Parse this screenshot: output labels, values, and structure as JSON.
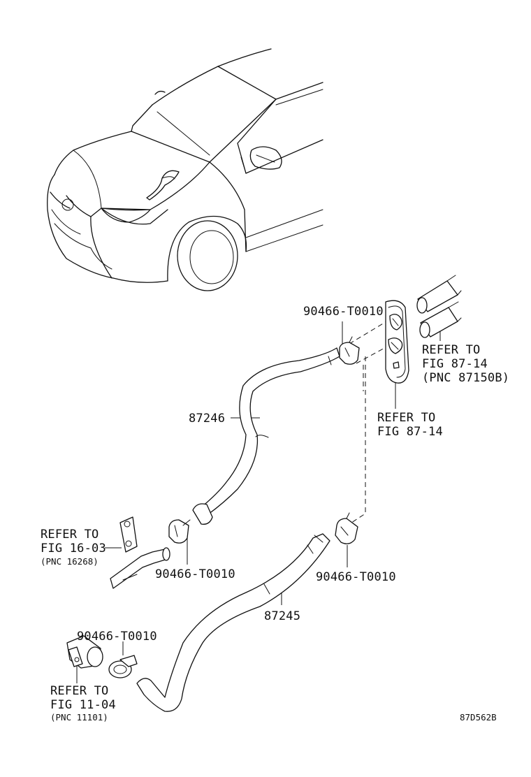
{
  "labels": {
    "clip_top": "90466-T0010",
    "refer_fig_87_14_pnc_line1": "REFER TO",
    "refer_fig_87_14_pnc_line2": "FIG 87-14",
    "refer_fig_87_14_pnc_line3": "(PNC 87150B)",
    "refer_fig_87_14_line1": "REFER TO",
    "refer_fig_87_14_line2": "FIG 87-14",
    "hose_upper": "87246",
    "refer_fig_16_03_line1": "REFER TO",
    "refer_fig_16_03_line2": "FIG 16-03",
    "refer_fig_16_03_line3": "(PNC 16268)",
    "clip_mid_left": "90466-T0010",
    "clip_mid_right": "90466-T0010",
    "hose_lower": "87245",
    "clip_bottom": "90466-T0010",
    "refer_fig_11_04_line1": "REFER TO",
    "refer_fig_11_04_line2": "FIG 11-04",
    "refer_fig_11_04_line3": "(PNC 11101)",
    "diagram_code": "87D562B"
  }
}
